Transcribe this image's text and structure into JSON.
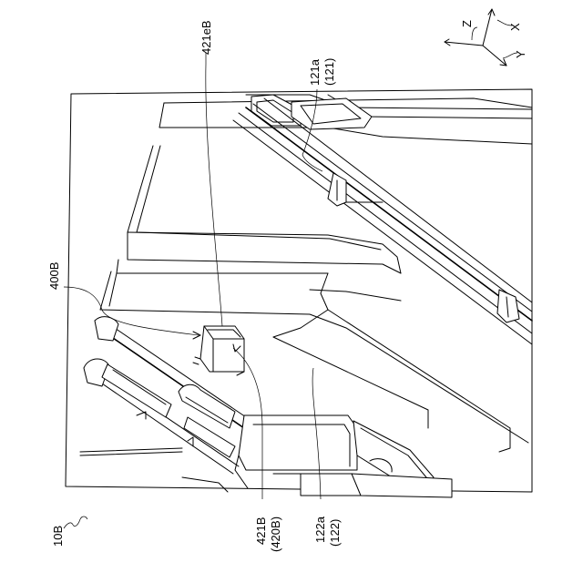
{
  "figure": {
    "figure_label": "10B",
    "axes": {
      "x": "X",
      "y": "Y",
      "z": "Z"
    },
    "callouts": {
      "l400B": "400B",
      "l421eB": "421eB",
      "l121a": "121a",
      "l121": "(121)",
      "l421B": "421B",
      "l420B": "(420B)",
      "l122a": "122a",
      "l122": "(122)"
    }
  }
}
